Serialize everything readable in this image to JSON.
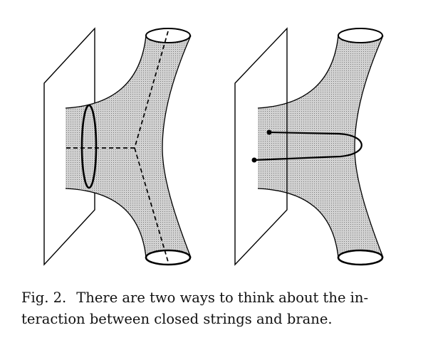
{
  "caption": {
    "label": "Fig. 2.",
    "line1": "There are two ways to think about the in-",
    "line2": "teraction between closed strings and brane."
  }
}
